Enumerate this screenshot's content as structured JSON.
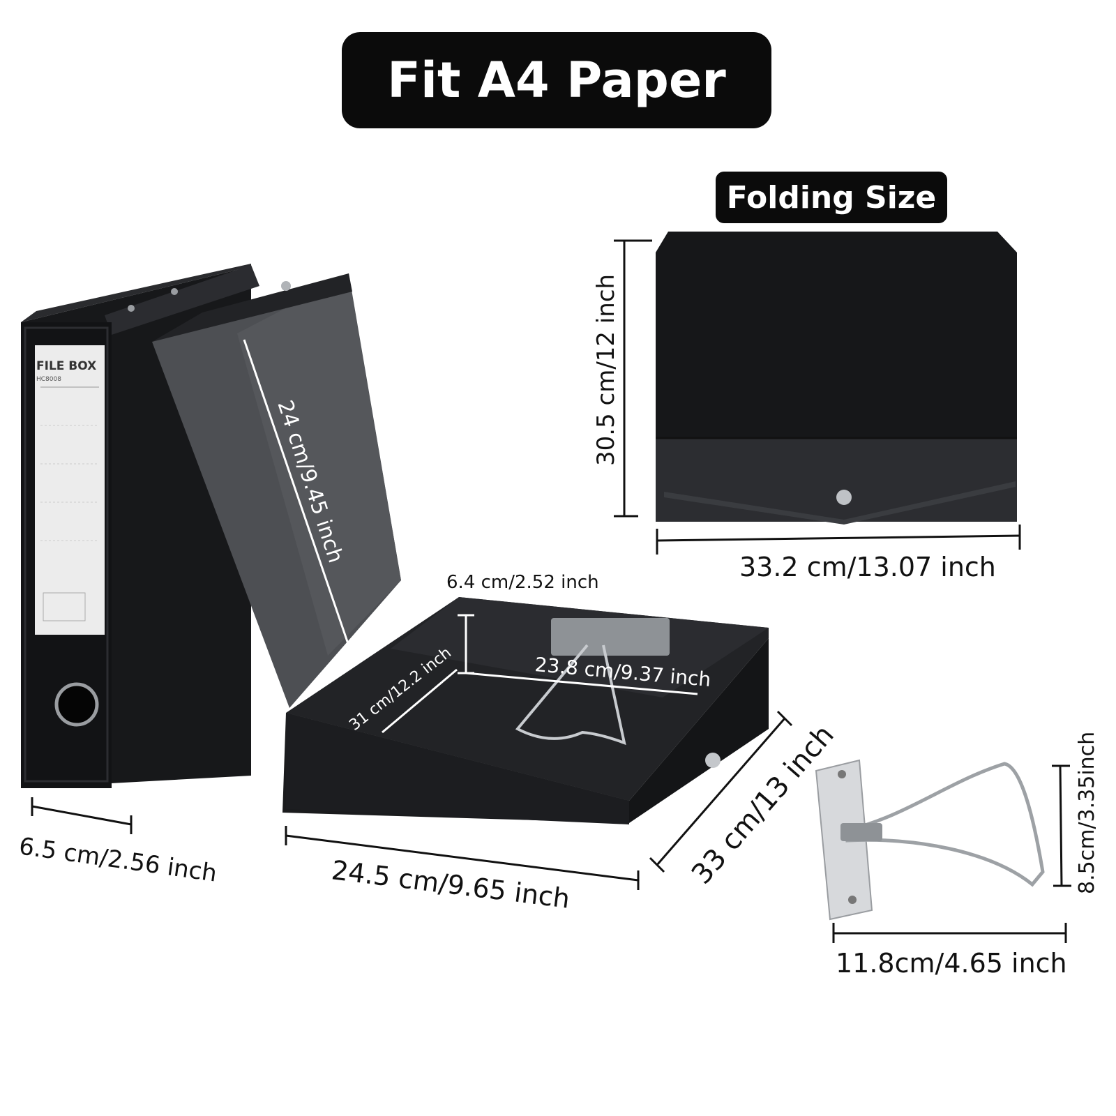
{
  "title": "Fit A4 Paper",
  "folding_label": "Folding Size",
  "spine": {
    "label_title": "FILE BOX",
    "label_code": "HC8008"
  },
  "dimensions": {
    "spine_width": "6.5 cm/2.56 inch",
    "box_width": "24.5 cm/9.65 inch",
    "box_depth": "33 cm/13 inch",
    "lid_height": "24 cm/9.45 inch",
    "box_height": "6.4 cm/2.52 inch",
    "inner_depth": "31 cm/12.2 inch",
    "inner_width": "23.8 cm/9.37 inch",
    "fold_height": "30.5 cm/12 inch",
    "fold_width": "33.2 cm/13.07 inch",
    "clip_height": "8.5cm/3.35inch",
    "clip_width": "11.8cm/4.65 inch"
  },
  "colors": {
    "box_black": "#1a1b1d",
    "lid_gray": "#4a4c50",
    "metal": "#b8bcc0"
  }
}
